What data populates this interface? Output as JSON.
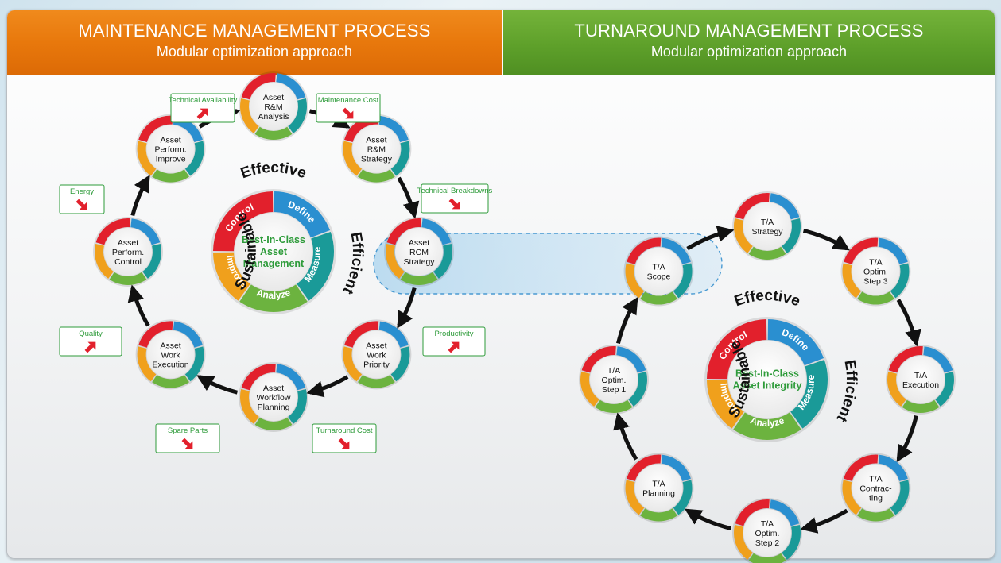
{
  "headers": {
    "left": {
      "title": "MAINTENANCE MANAGEMENT PROCESS",
      "subtitle": "Modular optimization approach"
    },
    "right": {
      "title": "TURNAROUND MANAGEMENT PROCESS",
      "subtitle": "Modular optimization approach"
    }
  },
  "colors": {
    "orange_header": "#e8780c",
    "green_header": "#5ea02a",
    "red": "#e2202c",
    "blue": "#2a8fd0",
    "teal": "#1a9a98",
    "green": "#6cb33f",
    "orange": "#f0a01c",
    "label_green": "#2e9b3a",
    "indicator_red": "#e2202c"
  },
  "left_cycle": {
    "center_lines": [
      "Best-In-Class",
      "Asset",
      "Management"
    ],
    "segments": [
      "Control",
      "Define",
      "Measure",
      "Analyze",
      "Improve"
    ],
    "outer_words": {
      "top": "Effective",
      "right": "Efficient",
      "left": "Sustainable"
    },
    "nodes": [
      {
        "lines": [
          "Asset",
          "R&M",
          "Analysis"
        ]
      },
      {
        "lines": [
          "Asset",
          "R&M",
          "Strategy"
        ]
      },
      {
        "lines": [
          "Asset",
          "RCM",
          "Strategy"
        ]
      },
      {
        "lines": [
          "Asset",
          "Work",
          "Priority"
        ]
      },
      {
        "lines": [
          "Asset",
          "Workflow",
          "Planning"
        ]
      },
      {
        "lines": [
          "Asset",
          "Work",
          "Execution"
        ]
      },
      {
        "lines": [
          "Asset",
          "Perform.",
          "Control"
        ]
      },
      {
        "lines": [
          "Asset",
          "Perform.",
          "Improve"
        ]
      }
    ],
    "indicators": [
      {
        "label": "Technical Availability",
        "direction": "up"
      },
      {
        "label": "Maintenance Cost",
        "direction": "down"
      },
      {
        "label": "Technical Breakdowns",
        "direction": "down"
      },
      {
        "label": "Productivity",
        "direction": "up"
      },
      {
        "label": "Turnaround Cost",
        "direction": "down"
      },
      {
        "label": "Spare Parts",
        "direction": "down"
      },
      {
        "label": "Quality",
        "direction": "up"
      },
      {
        "label": "Energy",
        "direction": "down"
      }
    ]
  },
  "right_cycle": {
    "center_lines": [
      "Best-In-Class",
      "Asset Integrity"
    ],
    "segments": [
      "Control",
      "Define",
      "Measure",
      "Analyze",
      "Improve"
    ],
    "outer_words": {
      "top": "Effective",
      "right": "Efficient",
      "left": "Sustainable"
    },
    "nodes": [
      {
        "lines": [
          "T/A",
          "Strategy"
        ]
      },
      {
        "lines": [
          "T/A",
          "Optim.",
          "Step 3"
        ]
      },
      {
        "lines": [
          "T/A",
          "Execution"
        ]
      },
      {
        "lines": [
          "T/A",
          "Contrac-",
          "ting"
        ]
      },
      {
        "lines": [
          "T/A",
          "Optim.",
          "Step 2"
        ]
      },
      {
        "lines": [
          "T/A",
          "Planning"
        ]
      },
      {
        "lines": [
          "T/A",
          "Optim.",
          "Step 1"
        ]
      },
      {
        "lines": [
          "T/A",
          "Scope"
        ]
      }
    ]
  }
}
